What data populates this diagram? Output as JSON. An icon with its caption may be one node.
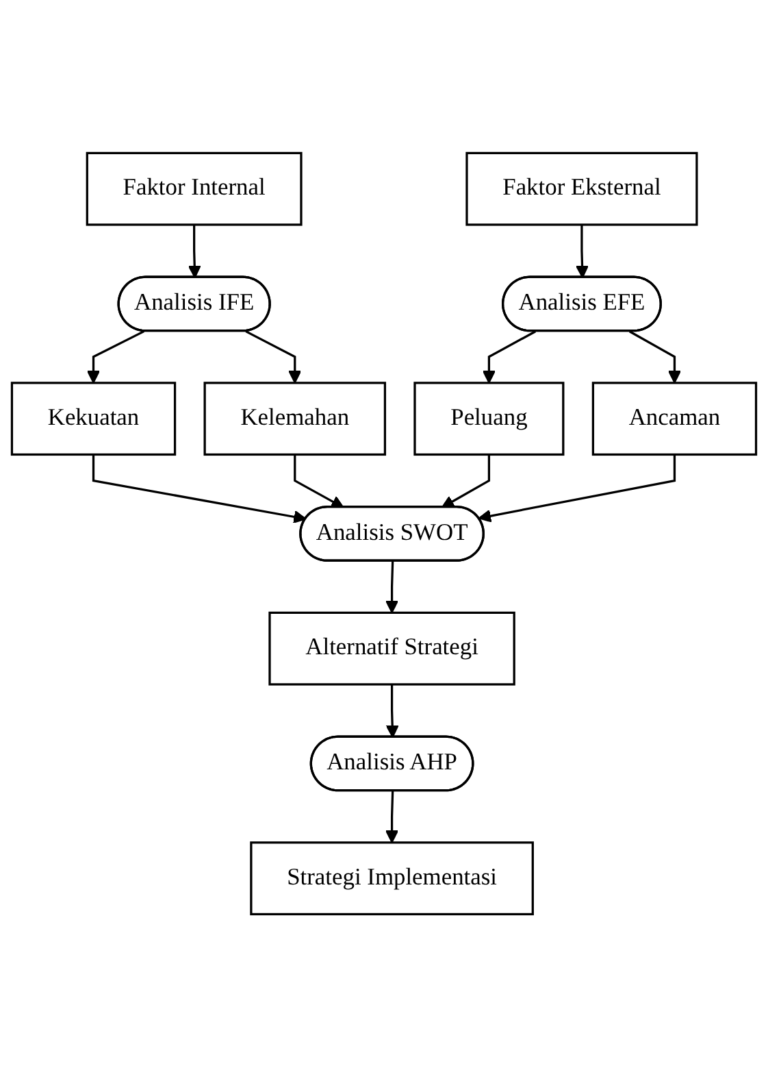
{
  "diagram": {
    "nodes": [
      {
        "text": [
          "Faktor Internal"
        ]
      },
      {
        "text": [
          "Faktor Eksternal"
        ]
      },
      {
        "text": [
          "Analisis IFE"
        ]
      },
      {
        "text": [
          "Analisis EFE"
        ]
      },
      {
        "text": [
          "Kekuatan"
        ]
      },
      {
        "text": [
          "Kelemahan"
        ]
      },
      {
        "text": [
          "Peluang"
        ]
      },
      {
        "text": [
          "Ancaman"
        ]
      },
      {
        "text": [
          "Analisis SWOT"
        ]
      },
      {
        "text": [
          "Alternatif Strategi"
        ]
      },
      {
        "text": [
          "Analisis AHP"
        ]
      },
      {
        "text": [
          "Strategi Implementasi"
        ]
      }
    ],
    "edges": [
      {
        "from": 0,
        "to": 2,
        "arrow": "to"
      },
      {
        "from": 1,
        "to": 3,
        "arrow": "to"
      },
      {
        "from": 2,
        "to": 4,
        "arrow": "to"
      },
      {
        "from": 2,
        "to": 5,
        "arrow": "to"
      },
      {
        "from": 3,
        "to": 6,
        "arrow": "to"
      },
      {
        "from": 3,
        "to": 7,
        "arrow": "to"
      },
      {
        "from": 4,
        "to": 8,
        "arrow": "to"
      },
      {
        "from": 5,
        "to": 8,
        "arrow": "to"
      },
      {
        "from": 6,
        "to": 8,
        "arrow": "to"
      },
      {
        "from": 7,
        "to": 8,
        "arrow": "to"
      },
      {
        "from": 8,
        "to": 9,
        "arrow": "to"
      },
      {
        "from": 9,
        "to": 10,
        "arrow": "to"
      },
      {
        "from": 10,
        "to": 11,
        "arrow": "to"
      }
    ]
  }
}
